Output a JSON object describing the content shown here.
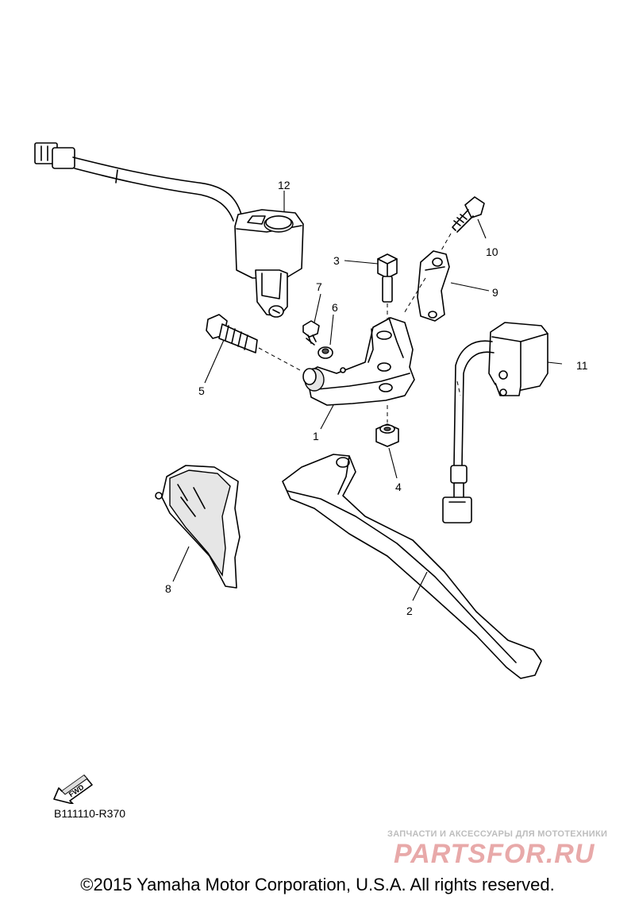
{
  "callouts": {
    "c1": "1",
    "c2": "2",
    "c3": "3",
    "c4": "4",
    "c5": "5",
    "c6": "6",
    "c7": "7",
    "c8": "8",
    "c9": "9",
    "c10": "10",
    "c11": "11",
    "c12": "12"
  },
  "fwd_label": "FWD",
  "diagram_code": "B111110-R370",
  "watermark": {
    "tagline": "ЗАПЧАСТИ И АКСЕССУАРЫ ДЛЯ МОТОТЕХНИКИ",
    "logo": "PARTSFOR.RU"
  },
  "copyright": "©2015 Yamaha Motor Corporation, U.S.A. All rights reserved."
}
